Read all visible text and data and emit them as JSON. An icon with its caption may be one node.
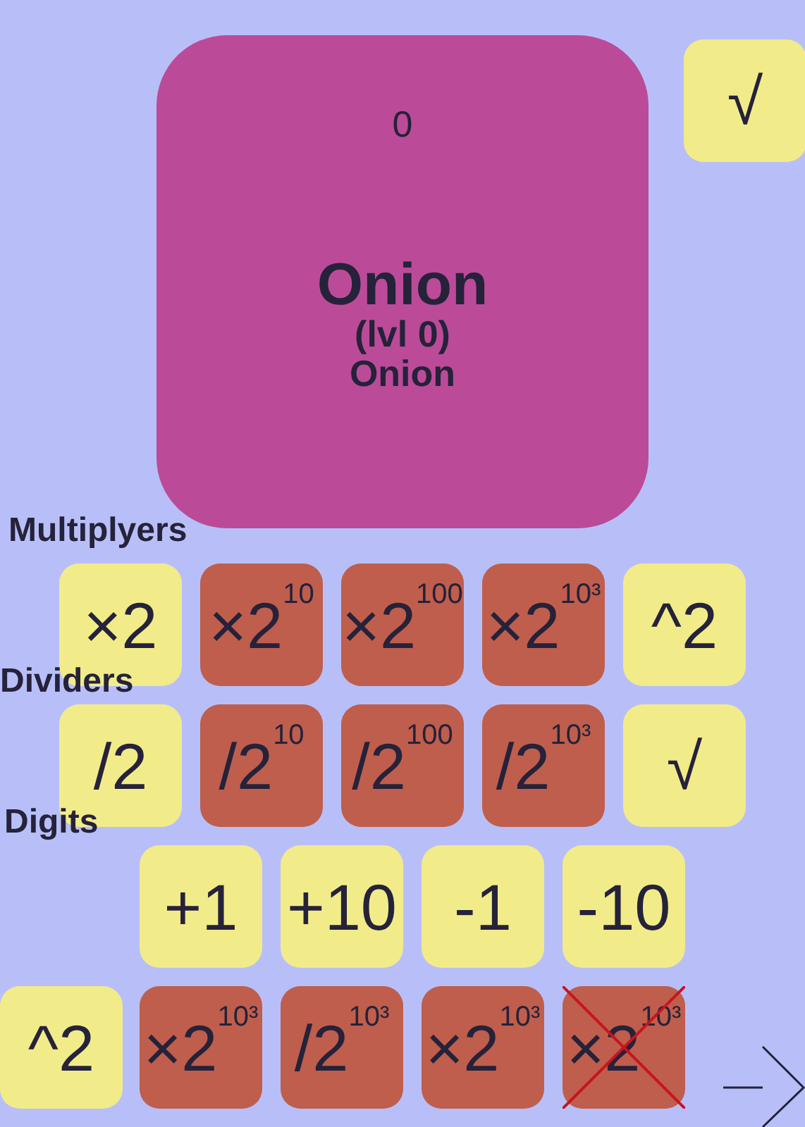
{
  "diagram": {
    "nodes": [
      {
        "text": [
          "0",
          "Onion",
          "(lvl 0)",
          "Onion"
        ]
      },
      {
        "text": [
          "√"
        ]
      },
      {
        "text": [
          "×2"
        ]
      },
      {
        "text": [
          "×2$^{10}$"
        ]
      },
      {
        "text": [
          "×2$^{100}$"
        ]
      },
      {
        "text": [
          "×2$^{10³}$"
        ]
      },
      {
        "text": [
          "^2"
        ]
      },
      {
        "text": [
          "/2"
        ]
      },
      {
        "text": [
          "/2$^{10}$"
        ]
      },
      {
        "text": [
          "/2$^{100}$"
        ]
      },
      {
        "text": [
          "/2$^{10³}$"
        ]
      },
      {
        "text": [
          "√"
        ]
      },
      {
        "text": [
          "+1"
        ]
      },
      {
        "text": [
          "+10"
        ]
      },
      {
        "text": [
          "-1"
        ]
      },
      {
        "text": [
          "-10"
        ]
      },
      {
        "text": [
          "^2"
        ]
      },
      {
        "text": [
          "×2$^{10³}$"
        ]
      },
      {
        "text": [
          "/2$^{10³}$"
        ]
      },
      {
        "text": [
          "×2$^{10³}$"
        ]
      },
      {
        "text": [
          "×2$^{10³}$"
        ]
      }
    ],
    "labels": [
      "Multiplyers",
      "Dividers",
      "Digits"
    ]
  }
}
